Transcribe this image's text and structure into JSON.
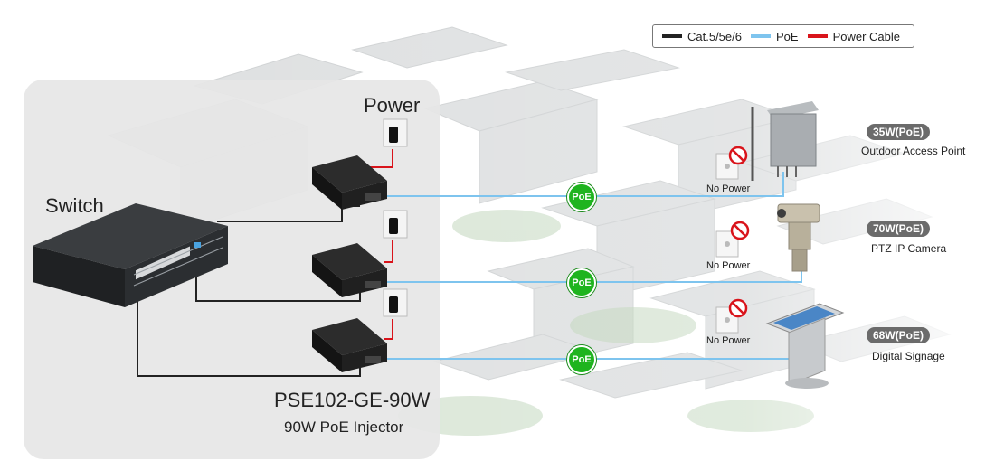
{
  "legend": {
    "items": [
      {
        "label": "Cat.5/5e/6",
        "color": "#222222"
      },
      {
        "label": "PoE",
        "color": "#7ec4ee"
      },
      {
        "label": "Power Cable",
        "color": "#d9141b"
      }
    ]
  },
  "labels": {
    "power": "Power",
    "switch": "Switch",
    "model_name": "PSE102-GE-90W",
    "model_desc": "90W PoE Injector",
    "poe_bubble": "PoE",
    "no_power": "No Power"
  },
  "devices": [
    {
      "badge": "35W(PoE)",
      "name": "Outdoor Access Point"
    },
    {
      "badge": "70W(PoE)",
      "name": "PTZ IP Camera"
    },
    {
      "badge": "68W(PoE)",
      "name": "Digital Signage"
    }
  ],
  "colors": {
    "ethernet": "#222222",
    "poe": "#7ec4ee",
    "power_cable": "#d9141b",
    "poe_bubble": "#1fb41f",
    "badge": "#6b6b6b"
  }
}
